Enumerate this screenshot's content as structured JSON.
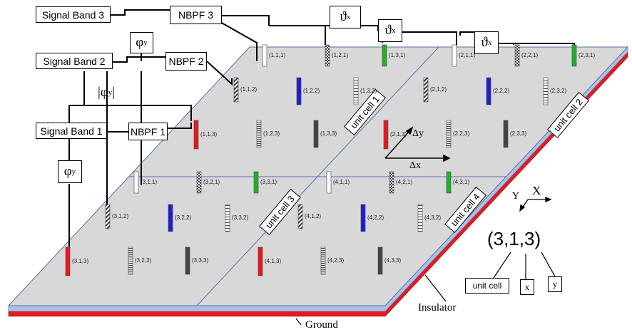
{
  "signal_bands": [
    "Signal Band 3",
    "Signal Band 2",
    "Signal Band 1"
  ],
  "filters": [
    "NBPF 3",
    "NBPF 2",
    "NBPF 1"
  ],
  "phase_y": "φ",
  "phase_y_sub": "y",
  "phase_y_abs": "|φ",
  "phase_y_abs_close": "|",
  "phase_x": "ϑ",
  "phase_x_sub": "x",
  "unit_cells": [
    "unit cell 1",
    "unit cell 2",
    "unit cell 3",
    "unit cell 4"
  ],
  "delta_y": "Δy",
  "delta_x": "Δx",
  "axis_x": "X",
  "axis_y": "Y",
  "index_example": "(3,1,3)",
  "index_parts": [
    "unit cell",
    "x",
    "y"
  ],
  "insulator": "Insulator",
  "ground": "Ground",
  "colors": {
    "red": "#e8191e",
    "green": "#22b02a",
    "blue": "#1d1ddc",
    "dark": "#444444",
    "plate": "#d8d8d8",
    "edge": "#5b6ea6"
  },
  "elements": [
    {
      "id": "(1,1,1)",
      "style": "white"
    },
    {
      "id": "(1,2,1)",
      "style": "checker"
    },
    {
      "id": "(1,3,1)",
      "style": "green"
    },
    {
      "id": "(1,1,2)",
      "style": "hatch"
    },
    {
      "id": "(1,2,2)",
      "style": "blue"
    },
    {
      "id": "(1,3,2)",
      "style": "ladder"
    },
    {
      "id": "(1,1,3)",
      "style": "red"
    },
    {
      "id": "(1,2,3)",
      "style": "stripes"
    },
    {
      "id": "(1,3,3)",
      "style": "dark"
    },
    {
      "id": "(2,1,1)",
      "style": "white"
    },
    {
      "id": "(2,2,1)",
      "style": "checker"
    },
    {
      "id": "(2,3,1)",
      "style": "green"
    },
    {
      "id": "(2,1,2)",
      "style": "hatch"
    },
    {
      "id": "(2,2,2)",
      "style": "blue"
    },
    {
      "id": "(2,3,2)",
      "style": "ladder"
    },
    {
      "id": "(2,1,3)",
      "style": "red"
    },
    {
      "id": "(2,2,3)",
      "style": "stripes"
    },
    {
      "id": "(2,3,3)",
      "style": "dark"
    },
    {
      "id": "(3,1,1)",
      "style": "white"
    },
    {
      "id": "(3,2,1)",
      "style": "checker"
    },
    {
      "id": "(3,3,1)",
      "style": "green"
    },
    {
      "id": "(3,1,2)",
      "style": "hatch"
    },
    {
      "id": "(3,2,2)",
      "style": "blue"
    },
    {
      "id": "(3,3,2)",
      "style": "ladder"
    },
    {
      "id": "(3,1,3)",
      "style": "red"
    },
    {
      "id": "(3,2,3)",
      "style": "stripes"
    },
    {
      "id": "(3,3,3)",
      "style": "dark"
    },
    {
      "id": "(4,1,1)",
      "style": "white"
    },
    {
      "id": "(4,2,1)",
      "style": "checker"
    },
    {
      "id": "(4,3,1)",
      "style": "green"
    },
    {
      "id": "(4,1,2)",
      "style": "hatch"
    },
    {
      "id": "(4,2,2)",
      "style": "blue"
    },
    {
      "id": "(4,3,2)",
      "style": "ladder"
    },
    {
      "id": "(4,1,3)",
      "style": "red"
    },
    {
      "id": "(4,2,3)",
      "style": "stripes"
    },
    {
      "id": "(4,3,3)",
      "style": "dark"
    }
  ]
}
